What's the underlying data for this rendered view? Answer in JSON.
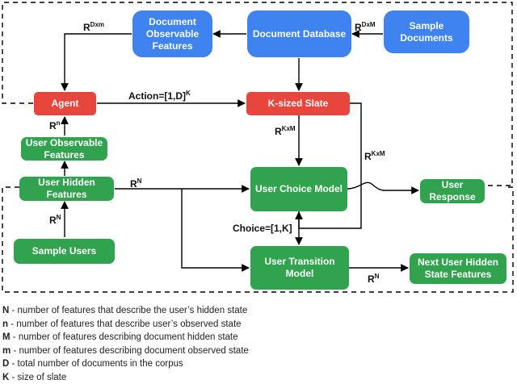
{
  "nodes": {
    "doc_observable": "Document Observable Features",
    "doc_database": "Document Database",
    "sample_documents": "Sample Documents",
    "agent": "Agent",
    "slate": "K-sized Slate",
    "user_observable": "User Observable Features",
    "user_hidden": "User Hidden Features",
    "user_choice": "User Choice Model",
    "user_response": "User Response",
    "sample_users": "Sample Users",
    "user_transition": "User Transition Model",
    "next_hidden": "Next User Hidden State Features"
  },
  "edge_labels": {
    "r_dxm": {
      "base": "R",
      "sup": "Dxm"
    },
    "r_dxM": {
      "base": "R",
      "sup": "DxM"
    },
    "action": {
      "base": "Action=[1,D]",
      "sup": "K"
    },
    "r_n_small": {
      "base": "R",
      "sup": "n"
    },
    "r_kxm": {
      "base": "R",
      "sup": "KxM"
    },
    "r_kxM_right": {
      "base": "R",
      "sup": "KxM"
    },
    "r_N_hidden": {
      "base": "R",
      "sup": "N"
    },
    "r_N_users": {
      "base": "R",
      "sup": "N"
    },
    "choice": {
      "base": "Choice=[1,K]",
      "sup": ""
    },
    "r_N_next": {
      "base": "R",
      "sup": "N"
    }
  },
  "legend": [
    {
      "sym": "N",
      "text": " - number of features that describe the user’s hidden state"
    },
    {
      "sym": "n",
      "text": " - number of features that describe user’s observed state"
    },
    {
      "sym": "M",
      "text": " - number of features describing document hidden state"
    },
    {
      "sym": "m",
      "text": " - number of features describing document observed state"
    },
    {
      "sym": "D",
      "text": " - total number of documents in the corpus"
    },
    {
      "sym": "K",
      "text": " - size of slate"
    }
  ],
  "colors": {
    "blue": "#3f83f1",
    "red": "#e8453c",
    "green": "#31a24e"
  }
}
